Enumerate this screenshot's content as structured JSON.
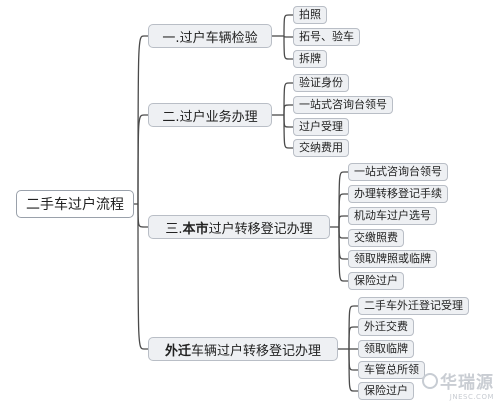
{
  "root": "二手车过户流程",
  "branches": [
    {
      "prefix": "一.",
      "strong": "",
      "rest": "过户车辆检验",
      "items": [
        "拍照",
        "拓号、验车",
        "拆牌"
      ]
    },
    {
      "prefix": "二.",
      "strong": "",
      "rest": "过户业务办理",
      "items": [
        "验证身份",
        "一站式咨询台领号",
        "过户受理",
        "交纳费用"
      ]
    },
    {
      "prefix": "三.",
      "strong": "本市",
      "rest": "过户转移登记办理",
      "items": [
        "一站式咨询台领号",
        "办理转移登记手续",
        "机动车过户选号",
        "交缴照费",
        "领取牌照或临牌",
        "保险过户"
      ]
    },
    {
      "prefix": "",
      "strong": "外迁",
      "rest": "车辆过户转移登记办理",
      "items": [
        "二手车外迁登记受理",
        "外迁交费",
        "领取临牌",
        "车管总所领",
        "保险过户"
      ]
    }
  ],
  "watermark": {
    "text": "华瑞源",
    "url": "JNESC.COM"
  },
  "colors": {
    "line": "#4a4a4a",
    "node_bg": "#eef0f3",
    "node_border": "#b9bec6"
  }
}
